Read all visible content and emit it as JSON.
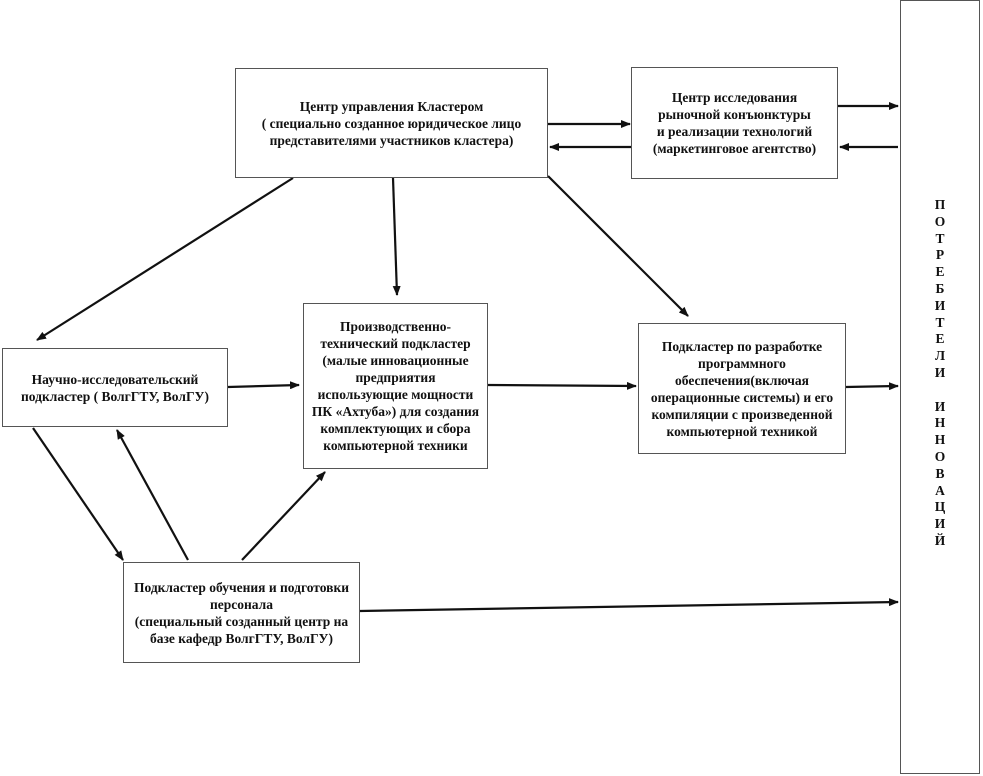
{
  "nodes": {
    "center": {
      "lines": [
        "Центр управления  Кластером",
        "( специально созданное юридическое лицо",
        "представителями участников кластера)"
      ]
    },
    "market": {
      "lines": [
        "Центр исследования",
        "рыночной конъюнктуры",
        "и реализации технологий",
        "(маркетинговое агентство)"
      ]
    },
    "research": {
      "lines": [
        "Научно-исследовательский",
        "подкластер ( ВолгГТУ, ВолГУ)"
      ]
    },
    "production": {
      "lines": [
        "Производственно-",
        "технический подкластер",
        "(малые инновационные",
        "предприятия",
        "использующие мощности",
        "ПК «Ахтуба») для создания",
        "комплектующих и сбора",
        "компьютерной техники"
      ]
    },
    "software": {
      "lines": [
        "Подкластер по разработке",
        "программного",
        "обеспечения(включая",
        "операционные системы) и  его",
        "компиляции с произведенной",
        "компьютерной техникой"
      ]
    },
    "training": {
      "lines": [
        "Подкластер обучения и подготовки",
        "персонала",
        "(специальный созданный центр на",
        "базе кафедр ВолгГТУ, ВолГУ)"
      ]
    }
  },
  "consumers": {
    "letters": [
      "П",
      "О",
      "Т",
      "Р",
      "Е",
      "Б",
      "И",
      "Т",
      "Е",
      "Л",
      "И",
      "",
      "И",
      "Н",
      "Н",
      "О",
      "В",
      "А",
      "Ц",
      "И",
      "Й"
    ]
  }
}
